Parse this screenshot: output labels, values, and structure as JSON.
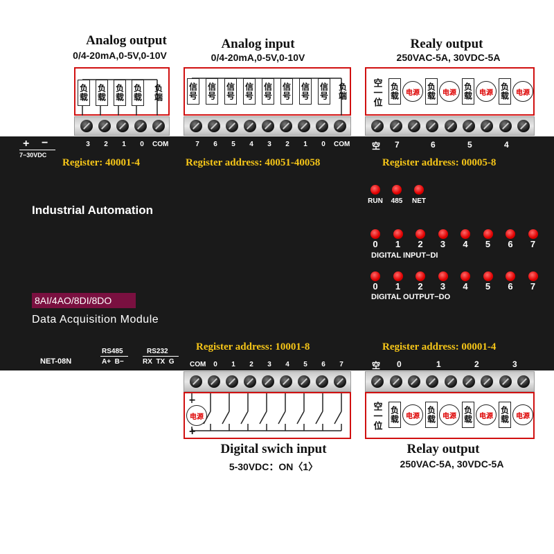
{
  "sections": {
    "analog_output": {
      "title": "Analog output",
      "spec": "0/4-20mA,0-5V,0-10V",
      "cells": [
        "负载",
        "负载",
        "负载",
        "负载",
        "负端"
      ]
    },
    "analog_input": {
      "title": "Analog input",
      "spec": "0/4-20mA,0-5V,0-10V",
      "cells": [
        "信号",
        "信号",
        "信号",
        "信号",
        "信号",
        "信号",
        "信号",
        "信号",
        "负端"
      ]
    },
    "relay_output_top": {
      "title": "Realy output",
      "spec": "250VAC-5A, 30VDC-5A",
      "empty_label": "空一位",
      "load_label": "负载",
      "power_label": "电源"
    },
    "digital_input": {
      "title": "Digital swich input",
      "spec": "5-30VDC：ON〈1〉",
      "power_label": "电源",
      "minus": "−",
      "plus": "+"
    },
    "relay_output_bottom": {
      "title": "Relay output",
      "spec": "250VAC-5A, 30VDC-5A",
      "empty_label": "空一位",
      "load_label": "负载",
      "power_label": "电源"
    }
  },
  "panel": {
    "power_plus": "+",
    "power_minus": "−",
    "power_range": "7−30VDC",
    "ao_terminals": [
      "3",
      "2",
      "1",
      "0",
      "COM"
    ],
    "ai_terminals": [
      "7",
      "6",
      "5",
      "4",
      "3",
      "2",
      "1",
      "0",
      "COM"
    ],
    "relay_top_terminals": [
      "空",
      "7",
      "6",
      "5",
      "4"
    ],
    "reg_ao": "Register: 40001-4",
    "reg_ai": "Register address: 40051-40058",
    "reg_relay_top": "Register address: 00005-8",
    "status_leds": [
      "RUN",
      "485",
      "NET"
    ],
    "brand": "Industrial Automation",
    "di_indices": [
      "0",
      "1",
      "2",
      "3",
      "4",
      "5",
      "6",
      "7"
    ],
    "di_label": "DIGITAL INPUT−DI",
    "do_indices": [
      "0",
      "1",
      "2",
      "3",
      "4",
      "5",
      "6",
      "7"
    ],
    "do_label": "DIGITAL OUTPUT−DO",
    "model_badge": "8AI/4AO/8DI/8DO",
    "module_name": "Data Acquisition Module",
    "model": "NET-08N",
    "rs485": "RS485",
    "rs485_pins": "A+  B−",
    "rs232": "RS232",
    "rs232_pins": "RX  TX  G",
    "reg_di": "Register address: 10001-8",
    "reg_relay_bottom": "Register address: 00001-4",
    "di_terminals": [
      "COM",
      "0",
      "1",
      "2",
      "3",
      "4",
      "5",
      "6",
      "7"
    ],
    "relay_bottom_terminals": [
      "空",
      "0",
      "1",
      "2",
      "3"
    ]
  },
  "colors": {
    "panel": "#1a1a1a",
    "register_text": "#f5c518",
    "led": "#e00000",
    "wiring_box": "#d01010",
    "badge": "#7a1040"
  }
}
